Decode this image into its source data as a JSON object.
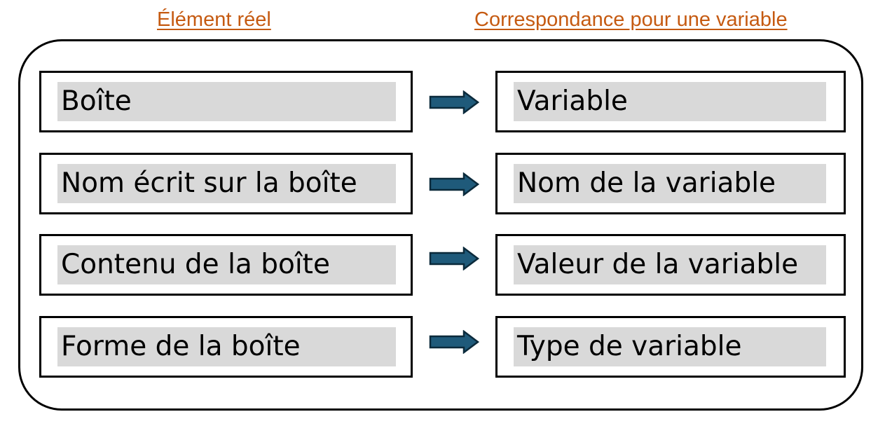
{
  "headers": {
    "left": "Élément réel",
    "right": "Correspondance pour une variable"
  },
  "rows": [
    {
      "element": "Boîte",
      "correspondance": "Variable"
    },
    {
      "element": "Nom écrit sur la boîte",
      "correspondance": "Nom de la variable"
    },
    {
      "element": "Contenu de la boîte",
      "correspondance": "Valeur de la variable"
    },
    {
      "element": "Forme de la boîte",
      "correspondance": "Type de variable"
    }
  ],
  "colors": {
    "header_text": "#C55A11",
    "label_background": "#D9D9D9",
    "arrow_fill": "#1F5A7A",
    "arrow_stroke": "#0B2A3B",
    "border": "#000000"
  }
}
